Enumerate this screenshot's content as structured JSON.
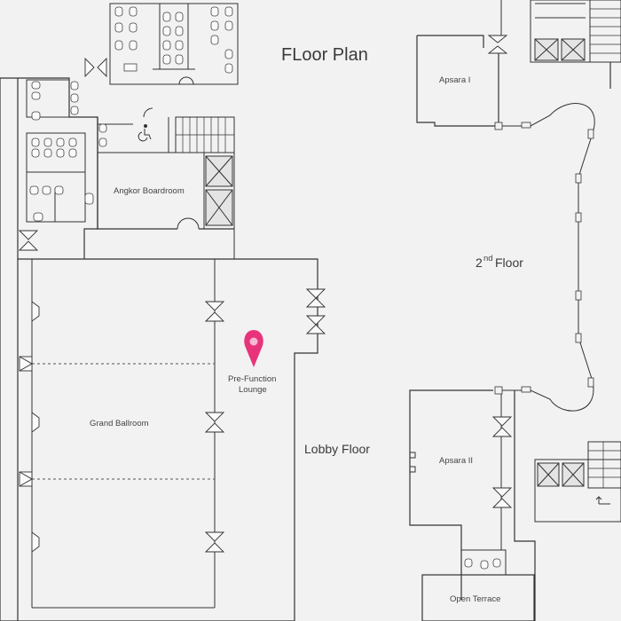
{
  "title": "FLoor Plan",
  "rooms": {
    "apsara_1": "Apsara I",
    "apsara_2": "Apsara II",
    "angkor_boardroom": "Angkor Boardroom",
    "grand_ballroom": "Grand Ballroom",
    "prefunction_line1": "Pre-Function",
    "prefunction_line2": "Lounge",
    "open_terrace": "Open Terrace"
  },
  "areas": {
    "lobby_floor": "Lobby Floor",
    "second_floor_number": "2",
    "second_floor_suffix": "nd",
    "second_floor_label": "Floor"
  },
  "marker": {
    "icon": "location-pin-icon",
    "color": "#e8337a"
  },
  "colors": {
    "wall": "#333333",
    "background": "#f2f2f2"
  }
}
